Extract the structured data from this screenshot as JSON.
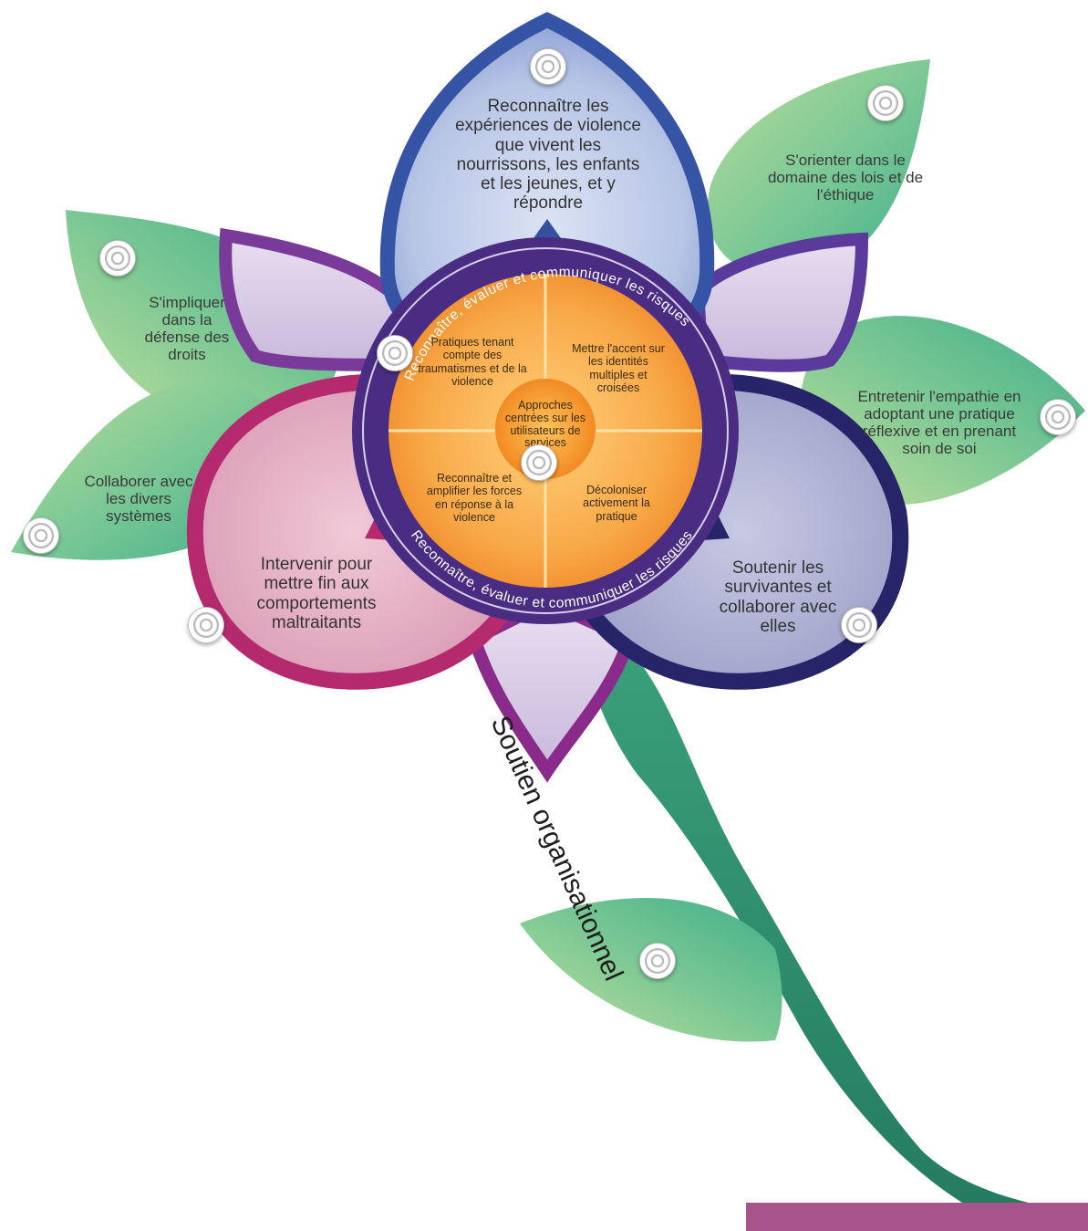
{
  "petals": {
    "top": "Reconnaître les expériences de violence que vivent les nourrissons, les enfants et les jeunes, et y répondre",
    "left": "Intervenir pour mettre fin aux comportements maltraitants",
    "right": "Soutenir les survivantes et collaborer avec elles"
  },
  "leaves": {
    "left_upper": "S'impliquer dans la défense des droits",
    "left_lower": "Collaborer avec les divers systèmes",
    "right_upper": "S'orienter dans le domaine des lois et de l'éthique",
    "right_lower": "Entretenir l'empathie en adoptant une pratique réflexive et en prenant soin de soi"
  },
  "ring_text_top": "Reconnaître, évaluer et communiquer les risques",
  "ring_text_bottom": "Reconnaître, évaluer et communiquer les risques",
  "quadrants": {
    "top_left": "Pratiques tenant compte des traumatismes et de la violence",
    "top_right": "Mettre l'accent sur les identités multiples et croisées",
    "bottom_left": "Reconnaître et amplifier les forces en réponse à la violence",
    "bottom_right": "Décoloniser activement la pratique"
  },
  "center": "Approches centrées sur les utilisateurs de services",
  "stem": "Soutien organisationnel",
  "colors": {
    "leaf_green": "#5fbf8a",
    "leaf_green_light": "#a8d89a",
    "stem_green": "#2e8f6e",
    "petal_blue": "#3b5fae",
    "petal_magenta": "#c22a78",
    "petal_navy": "#2b2a6e",
    "ring_purple": "#4e2f86",
    "center_orange": "#f6a23a"
  }
}
